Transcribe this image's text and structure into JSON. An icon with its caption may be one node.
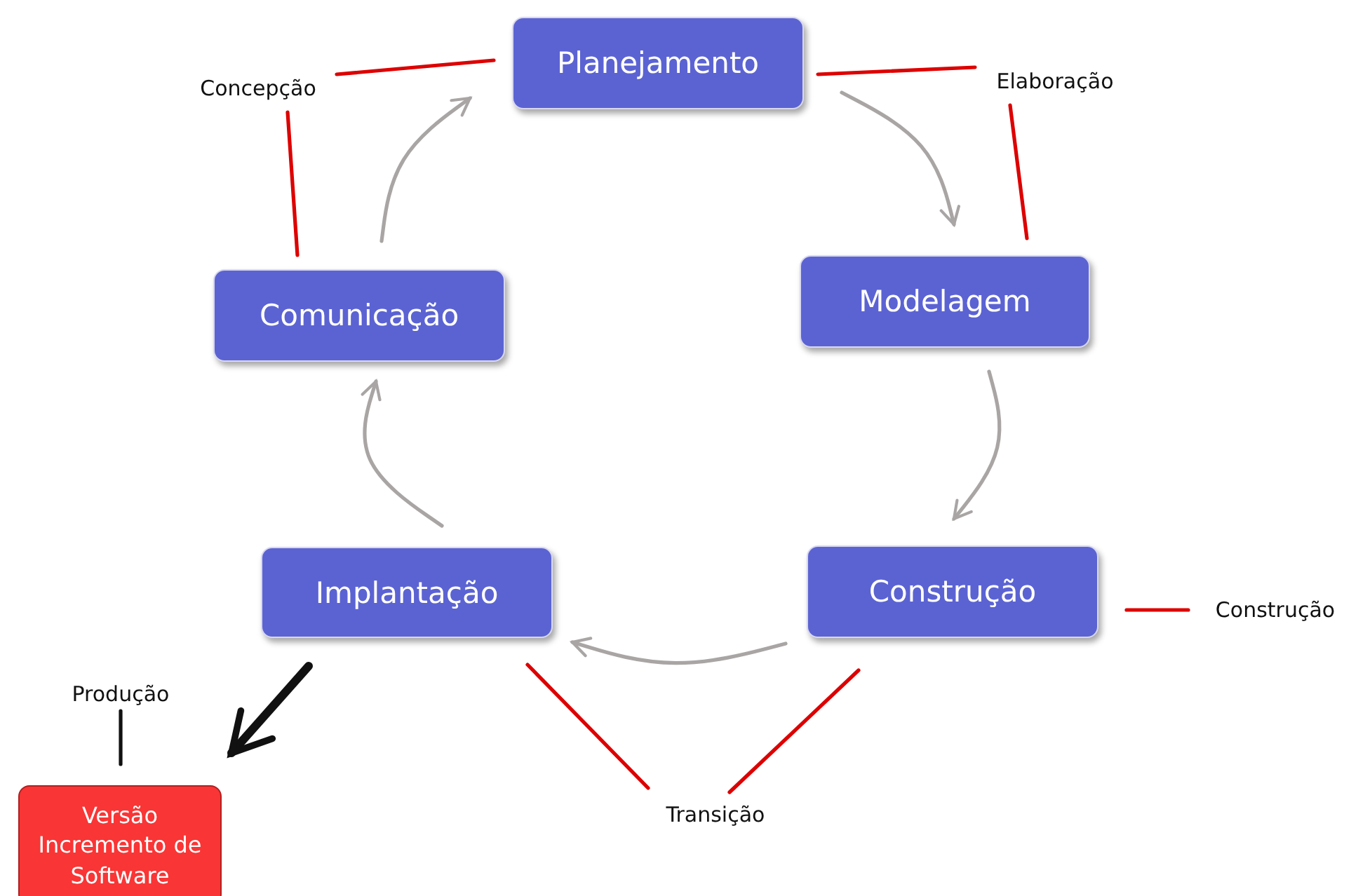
{
  "diagram": {
    "nodes": [
      {
        "text": [
          "Planejamento"
        ]
      },
      {
        "text": [
          "Modelagem"
        ]
      },
      {
        "text": [
          "Construção"
        ]
      },
      {
        "text": [
          "Implantação"
        ]
      },
      {
        "text": [
          "Comunicação"
        ]
      },
      {
        "text": [
          "Versão Incremento de Software"
        ]
      },
      {
        "text": [
          "Concepção"
        ]
      },
      {
        "text": [
          "Elaboração"
        ]
      },
      {
        "text": [
          "Construção"
        ]
      },
      {
        "text": [
          "Transição"
        ]
      },
      {
        "text": [
          "Produção"
        ]
      }
    ],
    "edges": [
      {
        "from": 0,
        "to": 1,
        "arrow": "to",
        "color": "#a9a5a5"
      },
      {
        "from": 1,
        "to": 2,
        "arrow": "to",
        "color": "#a9a5a5"
      },
      {
        "from": 2,
        "to": 3,
        "arrow": "to",
        "color": "#a9a5a5"
      },
      {
        "from": 3,
        "to": 4,
        "arrow": "to",
        "color": "#a9a5a5"
      },
      {
        "from": 4,
        "to": 0,
        "arrow": "to",
        "color": "#a9a5a5"
      },
      {
        "from": 3,
        "to": 5,
        "arrow": "to",
        "style": "thick",
        "color": "#111111"
      },
      {
        "from": 6,
        "to": 0,
        "arrow": "none",
        "color": "#dd0000"
      },
      {
        "from": 6,
        "to": 4,
        "arrow": "none",
        "color": "#dd0000"
      },
      {
        "from": 7,
        "to": 0,
        "arrow": "none",
        "color": "#dd0000"
      },
      {
        "from": 7,
        "to": 1,
        "arrow": "none",
        "color": "#dd0000"
      },
      {
        "from": 8,
        "to": 2,
        "arrow": "none",
        "color": "#dd0000"
      },
      {
        "from": 9,
        "to": 3,
        "arrow": "none",
        "color": "#dd0000"
      },
      {
        "from": 9,
        "to": 2,
        "arrow": "none",
        "color": "#dd0000"
      },
      {
        "from": 10,
        "to": 5,
        "arrow": "none",
        "color": "#111111"
      }
    ]
  }
}
